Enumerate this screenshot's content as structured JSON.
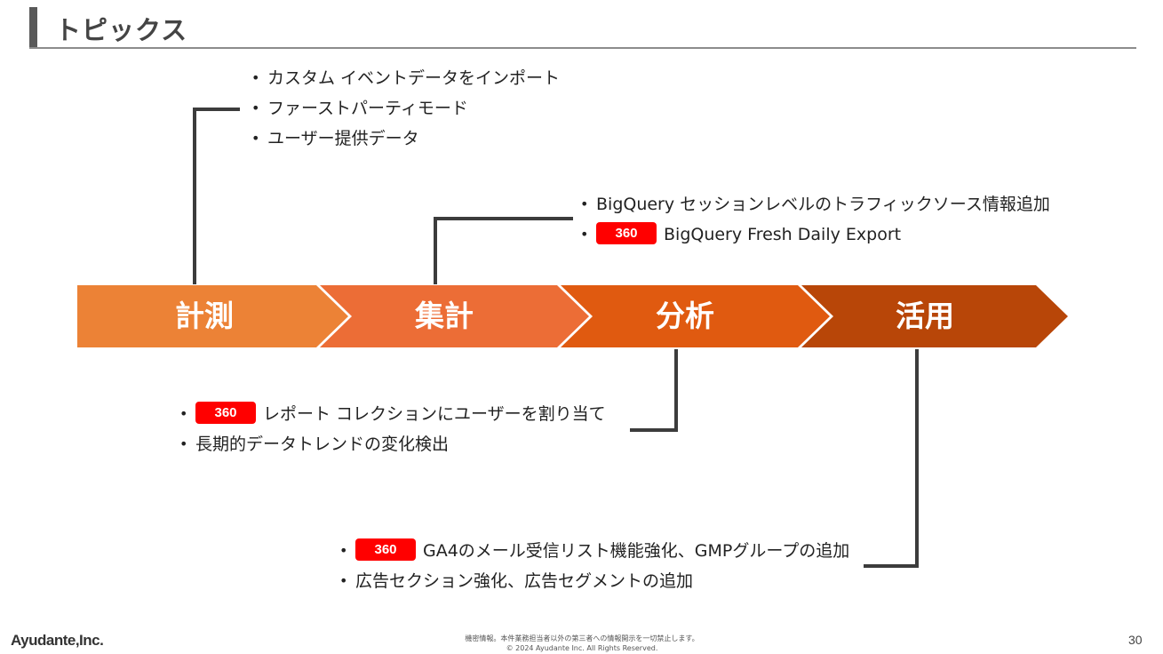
{
  "page": {
    "title": "トピックス",
    "page_number": "30"
  },
  "colors": {
    "stage_1": "#ec8236",
    "stage_2": "#ec6d36",
    "stage_3": "#e05a10",
    "stage_4": "#b84608",
    "badge": "#ff0000",
    "connector": "#3c3c3c"
  },
  "stages": [
    {
      "label": "計測"
    },
    {
      "label": "集計"
    },
    {
      "label": "分析"
    },
    {
      "label": "活用"
    }
  ],
  "topics": {
    "measure": [
      {
        "text": "カスタム イベントデータをインポート",
        "badge": ""
      },
      {
        "text": "ファーストパーティモード",
        "badge": ""
      },
      {
        "text": "ユーザー提供データ",
        "badge": ""
      }
    ],
    "aggregate": [
      {
        "text": "BigQuery セッションレベルのトラフィックソース情報追加",
        "badge": ""
      },
      {
        "text": "BigQuery Fresh Daily Export",
        "badge": "360"
      }
    ],
    "analysis": [
      {
        "text": "レポート コレクションにユーザーを割り当て",
        "badge": "360"
      },
      {
        "text": "長期的データトレンドの変化検出",
        "badge": ""
      }
    ],
    "activation": [
      {
        "text": "GA4のメール受信リスト機能強化、GMPグループの追加",
        "badge": "360"
      },
      {
        "text": "広告セクション強化、広告セグメントの追加",
        "badge": ""
      }
    ]
  },
  "footer": {
    "logo": "Ayudante,Inc.",
    "notice_line1": "機密情報。本件業務担当者以外の第三者への情報開示を一切禁止します。",
    "notice_line2": "© 2024 Ayudante Inc. All Rights Reserved."
  }
}
